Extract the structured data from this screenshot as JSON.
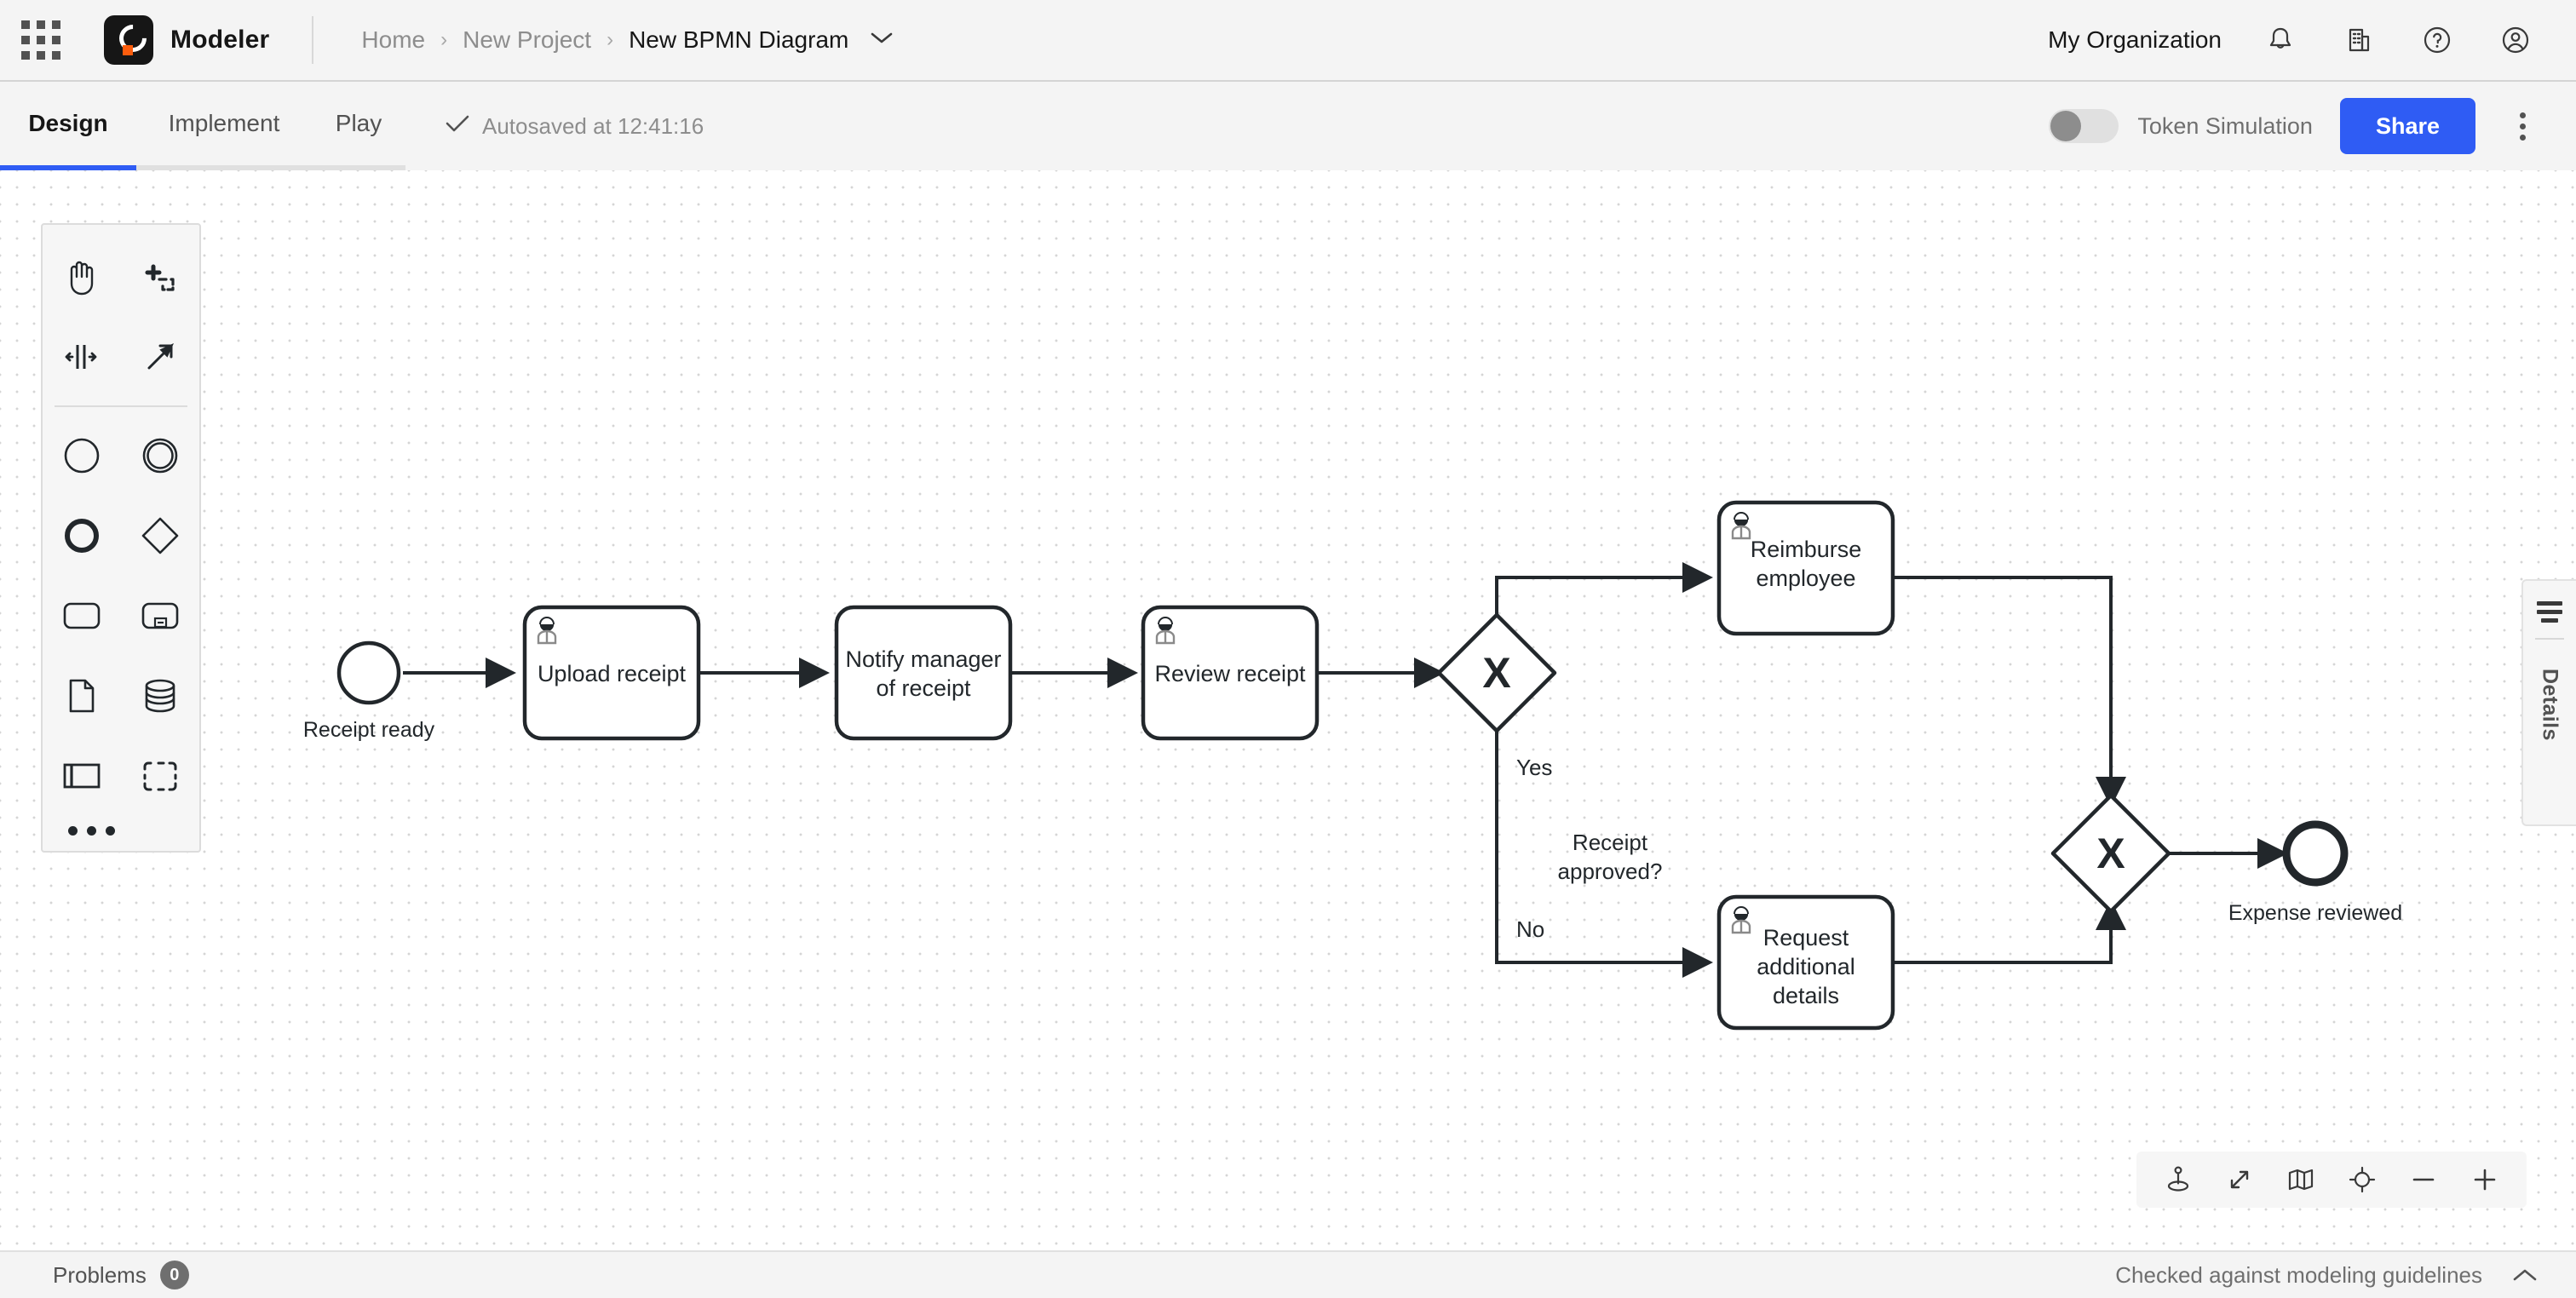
{
  "header": {
    "app_switcher_icon": "grid-apps-icon",
    "logo_icon": "camunda-logo-icon",
    "product_name": "Modeler",
    "breadcrumb": [
      {
        "label": "Home",
        "current": false
      },
      {
        "label": "New Project",
        "current": false
      },
      {
        "label": "New BPMN Diagram",
        "current": true
      }
    ],
    "breadcrumb_separator": "›",
    "breadcrumb_caret_icon": "chevron-down-icon",
    "organization": "My Organization",
    "icons": [
      {
        "name": "bell-icon"
      },
      {
        "name": "building-icon"
      },
      {
        "name": "help-circle-icon"
      },
      {
        "name": "user-avatar-icon"
      }
    ]
  },
  "toolbar": {
    "tabs": [
      {
        "id": "design",
        "label": "Design",
        "active": true
      },
      {
        "id": "implement",
        "label": "Implement",
        "active": false
      },
      {
        "id": "play",
        "label": "Play",
        "active": false
      }
    ],
    "autosave_icon": "check-icon",
    "autosave_text": "Autosaved at 12:41:16",
    "token_simulation_label": "Token Simulation",
    "token_simulation_on": false,
    "share_label": "Share",
    "overflow_icon": "kebab-menu-icon",
    "accent_color": "#2f5cf4"
  },
  "palette": {
    "groups": [
      {
        "items": [
          {
            "name": "hand-tool-icon",
            "title": "Activate hand tool"
          },
          {
            "name": "lasso-tool-icon",
            "title": "Activate lasso tool"
          },
          {
            "name": "space-tool-icon",
            "title": "Activate create/remove space tool"
          },
          {
            "name": "global-connect-tool-icon",
            "title": "Activate global connect tool"
          }
        ]
      },
      {
        "items": [
          {
            "name": "start-event-icon",
            "title": "Create start event"
          },
          {
            "name": "intermediate-event-icon",
            "title": "Create intermediate/boundary event"
          },
          {
            "name": "end-event-icon",
            "title": "Create end event"
          },
          {
            "name": "gateway-icon",
            "title": "Create gateway"
          },
          {
            "name": "task-icon",
            "title": "Create task"
          },
          {
            "name": "subprocess-expanded-icon",
            "title": "Create expanded sub-process"
          },
          {
            "name": "data-object-icon",
            "title": "Create data object reference"
          },
          {
            "name": "data-store-icon",
            "title": "Create data store reference"
          },
          {
            "name": "participant-icon",
            "title": "Create pool/participant"
          },
          {
            "name": "group-icon",
            "title": "Create group"
          }
        ]
      }
    ],
    "more_icon": "palette-more-icon"
  },
  "diagram": {
    "type": "bpmn",
    "elements": [
      {
        "id": "start",
        "kind": "start-event",
        "label": "Receipt ready",
        "label_position": "below"
      },
      {
        "id": "upload",
        "kind": "user-task",
        "label": "Upload receipt",
        "has_user_icon": true
      },
      {
        "id": "notify",
        "kind": "task",
        "label": "Notify manager\nof receipt",
        "has_user_icon": false
      },
      {
        "id": "review",
        "kind": "user-task",
        "label": "Review receipt",
        "has_user_icon": true
      },
      {
        "id": "gw-split",
        "kind": "exclusive-gateway",
        "label": "Receipt\napproved?",
        "marker": "X"
      },
      {
        "id": "reimburse",
        "kind": "user-task",
        "label": "Reimburse\nemployee",
        "has_user_icon": true
      },
      {
        "id": "request",
        "kind": "user-task",
        "label": "Request\nadditional\ndetails",
        "has_user_icon": true
      },
      {
        "id": "gw-join",
        "kind": "exclusive-gateway",
        "label": "",
        "marker": "X"
      },
      {
        "id": "end",
        "kind": "end-event",
        "label": "Expense reviewed",
        "label_position": "below"
      }
    ],
    "flows": [
      {
        "from": "start",
        "to": "upload",
        "label": ""
      },
      {
        "from": "upload",
        "to": "notify",
        "label": ""
      },
      {
        "from": "notify",
        "to": "review",
        "label": ""
      },
      {
        "from": "review",
        "to": "gw-split",
        "label": ""
      },
      {
        "from": "gw-split",
        "to": "reimburse",
        "label": "Yes"
      },
      {
        "from": "gw-split",
        "to": "request",
        "label": "No"
      },
      {
        "from": "reimburse",
        "to": "gw-join",
        "label": ""
      },
      {
        "from": "request",
        "to": "gw-join",
        "label": ""
      },
      {
        "from": "gw-join",
        "to": "end",
        "label": ""
      }
    ],
    "labels": {
      "start": "Receipt ready",
      "upload": "Upload receipt",
      "notify_line1": "Notify manager",
      "notify_line2": "of receipt",
      "review": "Review receipt",
      "gateway_q_line1": "Receipt",
      "gateway_q_line2": "approved?",
      "yes": "Yes",
      "no": "No",
      "reimburse_line1": "Reimburse",
      "reimburse_line2": "employee",
      "request_line1": "Request",
      "request_line2": "additional",
      "request_line3": "details",
      "gateway_marker": "X",
      "end": "Expense reviewed"
    }
  },
  "details_panel": {
    "label": "Details",
    "toggle_icon": "panel-lines-icon",
    "collapsed": true
  },
  "zoom_controls": [
    {
      "name": "set-origin-icon"
    },
    {
      "name": "fit-viewport-icon"
    },
    {
      "name": "minimap-icon"
    },
    {
      "name": "reset-zoom-icon"
    },
    {
      "name": "zoom-out-icon"
    },
    {
      "name": "zoom-in-icon"
    }
  ],
  "statusbar": {
    "problems_label": "Problems",
    "problems_count": "0",
    "guidelines_text": "Checked against modeling guidelines",
    "collapse_icon": "chevron-up-icon"
  }
}
